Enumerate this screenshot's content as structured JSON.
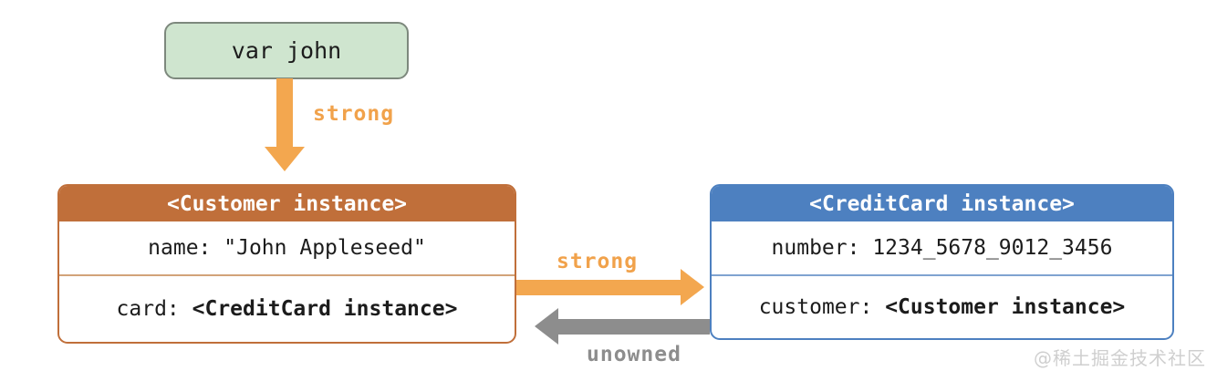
{
  "var_box": {
    "label": "var john"
  },
  "top_arrow": {
    "label": "strong"
  },
  "customer_box": {
    "title": "<Customer instance>",
    "name_key": "name: ",
    "name_value": "\"John Appleseed\"",
    "card_key": "card: ",
    "card_value": "<CreditCard instance>"
  },
  "creditcard_box": {
    "title": "<CreditCard instance>",
    "number_key": "number: ",
    "number_value": "1234_5678_9012_3456",
    "customer_key": "customer: ",
    "customer_value": "<Customer instance>"
  },
  "strong_arrow": {
    "label": "strong"
  },
  "unowned_arrow": {
    "label": "unowned"
  },
  "watermark": "@稀土掘金技术社区",
  "colors": {
    "strong_arrow": "#f3a74f",
    "strong_label": "#f1a24b",
    "unowned_arrow": "#8d8d8d",
    "customer_header": "#c06f3a",
    "creditcard_header": "#4d80c0",
    "var_box_fill": "#cfe5cf",
    "var_box_border": "#7d887d",
    "text": "#1c1c1c",
    "watermark": "#cfcfcf"
  }
}
